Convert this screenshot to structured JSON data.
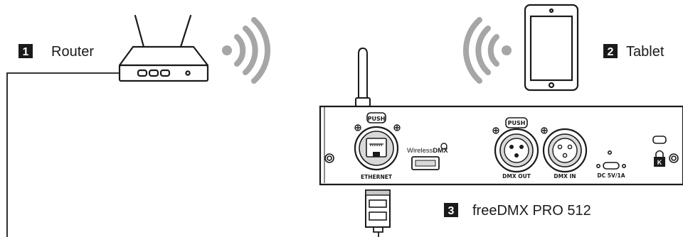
{
  "callouts": [
    {
      "number": "1",
      "label": "Router"
    },
    {
      "number": "2",
      "label": "Tablet"
    },
    {
      "number": "3",
      "label": "freeDMX PRO 512"
    }
  ],
  "device_panel": {
    "push_ethernet": "PUSH",
    "push_dmx_out": "PUSH",
    "ethernet_label": "ETHERNET",
    "wireless_dmx_prefix": "Wireless",
    "wireless_dmx_suffix": "DMX",
    "dmx_out_label": "DMX OUT",
    "dmx_in_label": "DMX IN",
    "power_label": "DC 5V/1A",
    "kensington_glyph": "K"
  },
  "colors": {
    "line": "#1a1a1a",
    "badge": "#1a1a1a",
    "wifi_waves": "#a6a6a6",
    "panel_face": "#ffffff",
    "connector_fill": "#d9d9d9"
  },
  "icons": [
    "router-icon",
    "wifi-waves-icon",
    "tablet-icon",
    "antenna-icon",
    "rj45-plug-icon",
    "xlr-connector-icon",
    "usb-port-icon",
    "usb-c-port-icon",
    "kensington-lock-icon"
  ]
}
